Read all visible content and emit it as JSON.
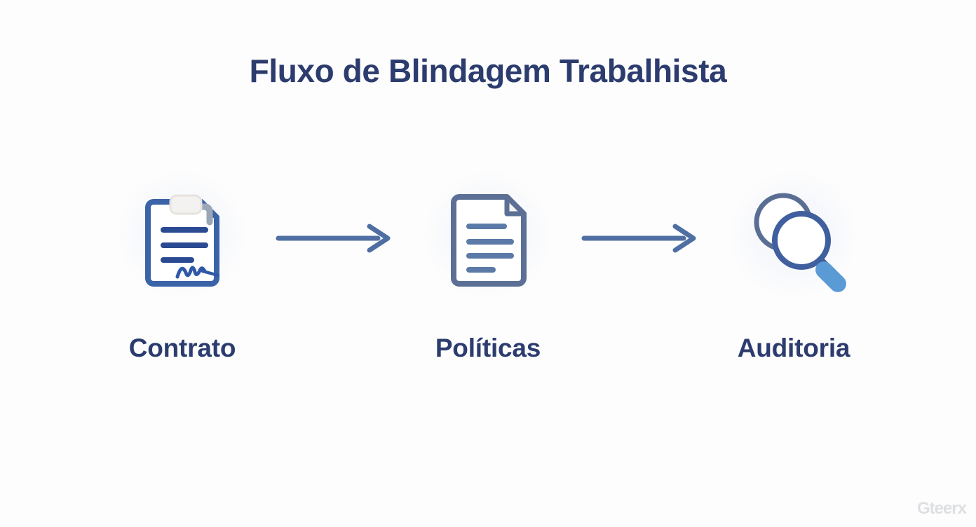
{
  "page": {
    "background_color": "#fdfdfd",
    "title": "Fluxo de Blindagem Trabalhista",
    "title_color": "#2c3c6e"
  },
  "flow": {
    "steps": [
      {
        "label": "Contrato",
        "icon": "contract-clipboard-signature-icon",
        "icon_colors": {
          "outline": "#3a63a8",
          "lines": "#2a4a92",
          "clip": "#f2f0ee",
          "clip_arm": "#9aa6b8",
          "signature": "#2f58a8"
        }
      },
      {
        "label": "Políticas",
        "icon": "document-folded-corner-icon",
        "icon_colors": {
          "outline": "#5b7094",
          "lines": "#5b7aa8",
          "fold": "#f6f4f0"
        }
      },
      {
        "label": "Auditoria",
        "icon": "magnifying-glass-audit-icon",
        "icon_colors": {
          "back_ring": "#5a6e94",
          "front_ring": "#3f5f9e",
          "handle": "#5b9bd5"
        }
      }
    ],
    "connectors": [
      {
        "icon": "arrow-right-icon",
        "color": "#4f6fa3"
      },
      {
        "icon": "arrow-right-icon",
        "color": "#4f6fa3"
      }
    ]
  },
  "watermark": {
    "text": "Gteerx",
    "color": "#d8dade"
  }
}
